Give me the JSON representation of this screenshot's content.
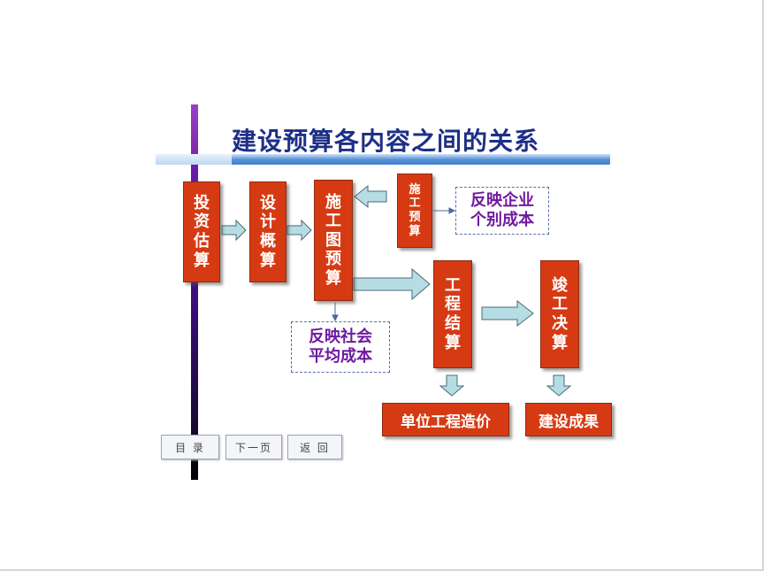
{
  "title": "建设预算各内容之间的关系",
  "boxes": {
    "investment_estimate": [
      "投",
      "资",
      "估",
      "算"
    ],
    "design_estimate": [
      "设",
      "计",
      "概",
      "算"
    ],
    "construction_drawing_budget": [
      "施",
      "工",
      "图",
      "预",
      "算"
    ],
    "construction_budget": [
      "施",
      "工",
      "预",
      "算"
    ],
    "project_settlement": [
      "工",
      "程",
      "结",
      "算"
    ],
    "final_accounts": [
      "竣",
      "工",
      "决",
      "算"
    ],
    "unit_project_cost": "单位工程造价",
    "construction_result": "建设成果"
  },
  "notes": {
    "enterprise_cost": [
      "反映企业",
      "个别成本"
    ],
    "social_average_cost": [
      "反映社会",
      "平均成本"
    ]
  },
  "nav": {
    "contents": "目 录",
    "next_page": "下一页",
    "back": "返 回"
  },
  "colors": {
    "box_fill": "#d63a13",
    "title": "#1d2f86",
    "note_text": "#6f1aa0",
    "arrow_fill": "#b7dde4"
  }
}
